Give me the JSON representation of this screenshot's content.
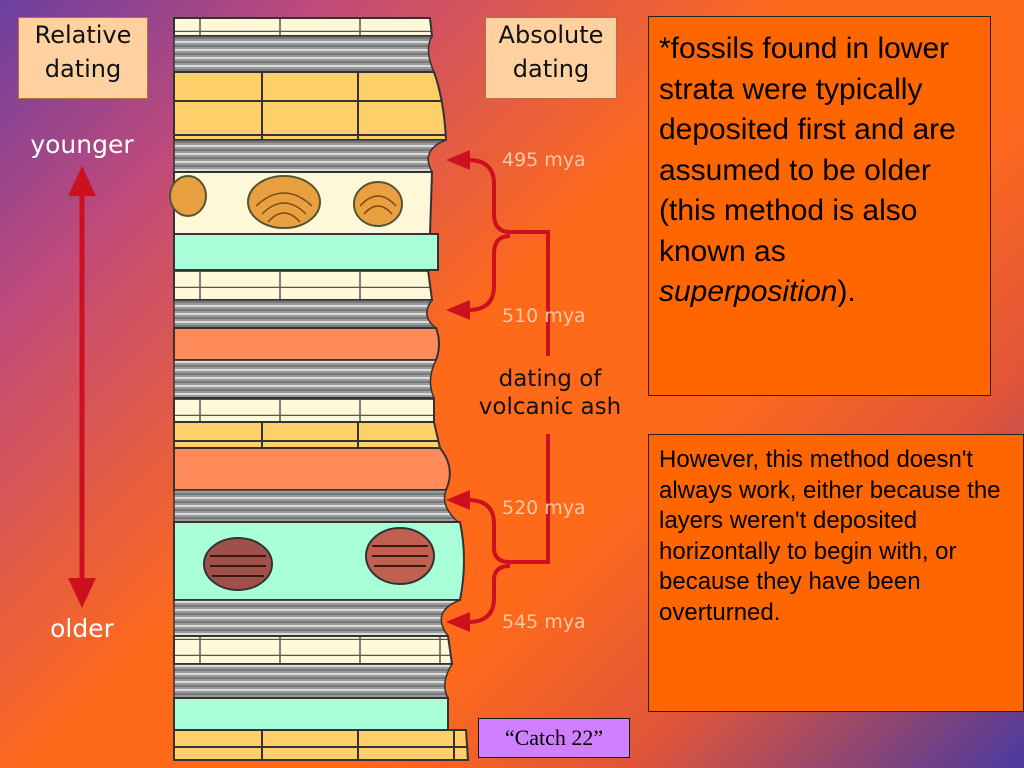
{
  "labels": {
    "relative_dating": [
      "Relative",
      "dating"
    ],
    "absolute_dating": [
      "Absolute",
      "dating"
    ],
    "younger": "younger",
    "older": "older"
  },
  "ages": [
    "495 mya",
    "510 mya",
    "520 mya",
    "545 mya"
  ],
  "ash_label": [
    "dating of",
    "volcanic ash"
  ],
  "panel_superposition": {
    "text_before": "*fossils found in lower strata were typically deposited first and are assumed to be older (this method is also known as ",
    "emphasis": "superposition",
    "text_after": ")."
  },
  "panel_caveat": "However, this method doesn't always work, either because the layers weren't deposited horizontally to begin with, or because they have been overturned.",
  "catch_label": "“Catch 22”",
  "colors": {
    "background": "#ff6a1a",
    "panel": "#ff6600",
    "label_box": "#ffd0a0",
    "arrow": "#cc1020",
    "sandstone": "#ffd06a",
    "limestone": "#fff8d8",
    "shale": "#8a8a8a",
    "green_layer": "#a8ffd8",
    "salmon_layer": "#ff8a5a",
    "catch_box": "#d080ff"
  }
}
